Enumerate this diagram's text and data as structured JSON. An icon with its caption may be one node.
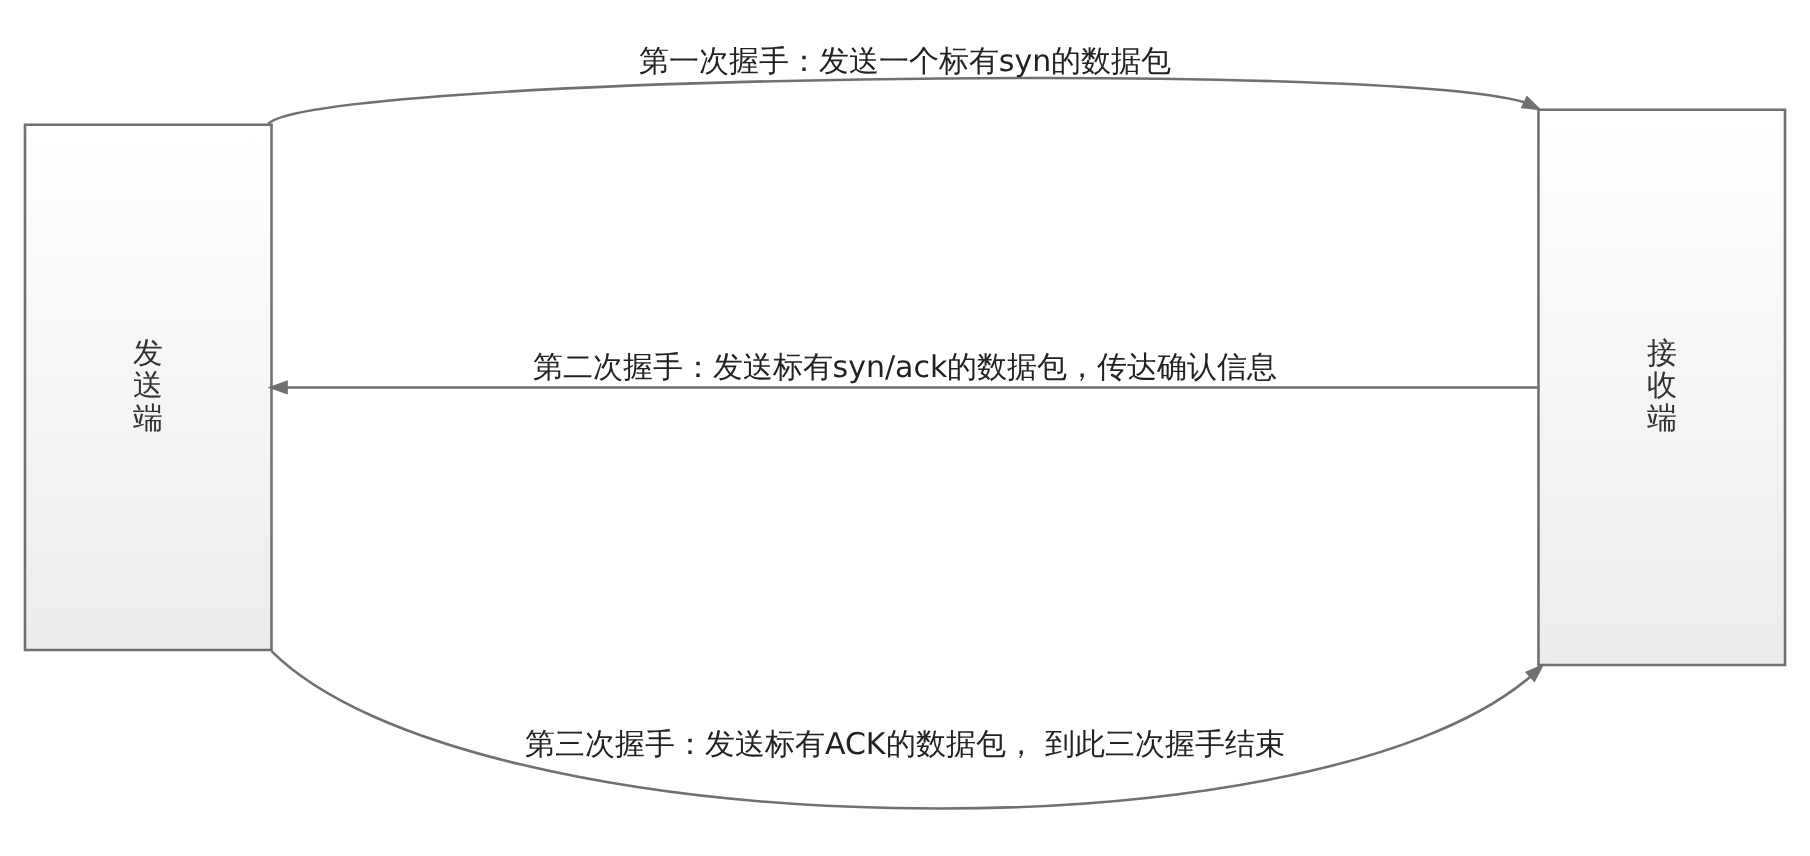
{
  "diagram": {
    "nodes": [
      {
        "text": [
          "发送端"
        ]
      },
      {
        "text": [
          "接收端"
        ]
      }
    ],
    "edges": [
      {
        "from": 0,
        "to": 1,
        "arrow": "to",
        "label": "第一次握手：发送一个标有syn的数据包"
      },
      {
        "from": 1,
        "to": 0,
        "arrow": "to",
        "label": "第二次握手：发送标有syn/ack的数据包，传达确认信息"
      },
      {
        "from": 0,
        "to": 1,
        "arrow": "to",
        "label": "第三次握手：发送标有ACK的数据包， 到此三次握手结束"
      }
    ]
  }
}
